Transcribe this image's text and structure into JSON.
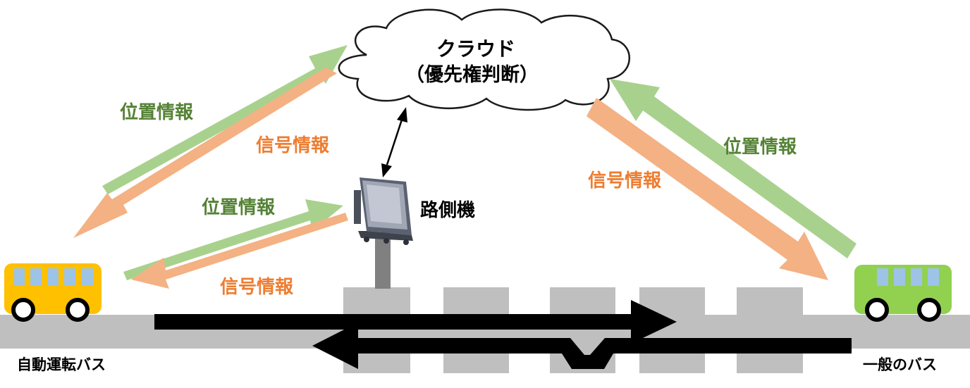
{
  "colors": {
    "position_arrow": "#a9d18e",
    "signal_arrow": "#f4b183",
    "position_text": "#548235",
    "signal_text": "#ed7d31",
    "road": "#bfbfbf",
    "autonomous_bus": "#ffc000",
    "regular_bus": "#92d050",
    "bus_window": "#9dc3e6",
    "traffic_flow": "#000000"
  },
  "cloud": {
    "title": "クラウド",
    "subtitle": "（優先権判断）"
  },
  "roadside_unit": {
    "label": "路側機"
  },
  "vehicles": {
    "autonomous_bus_label": "自動運転バス",
    "regular_bus_label": "一般のバス"
  },
  "links": {
    "left_cloud_position": "位置情報",
    "left_cloud_signal": "信号情報",
    "roadside_position": "位置情報",
    "roadside_signal": "信号情報",
    "right_cloud_signal": "信号情報",
    "right_cloud_position": "位置情報"
  }
}
